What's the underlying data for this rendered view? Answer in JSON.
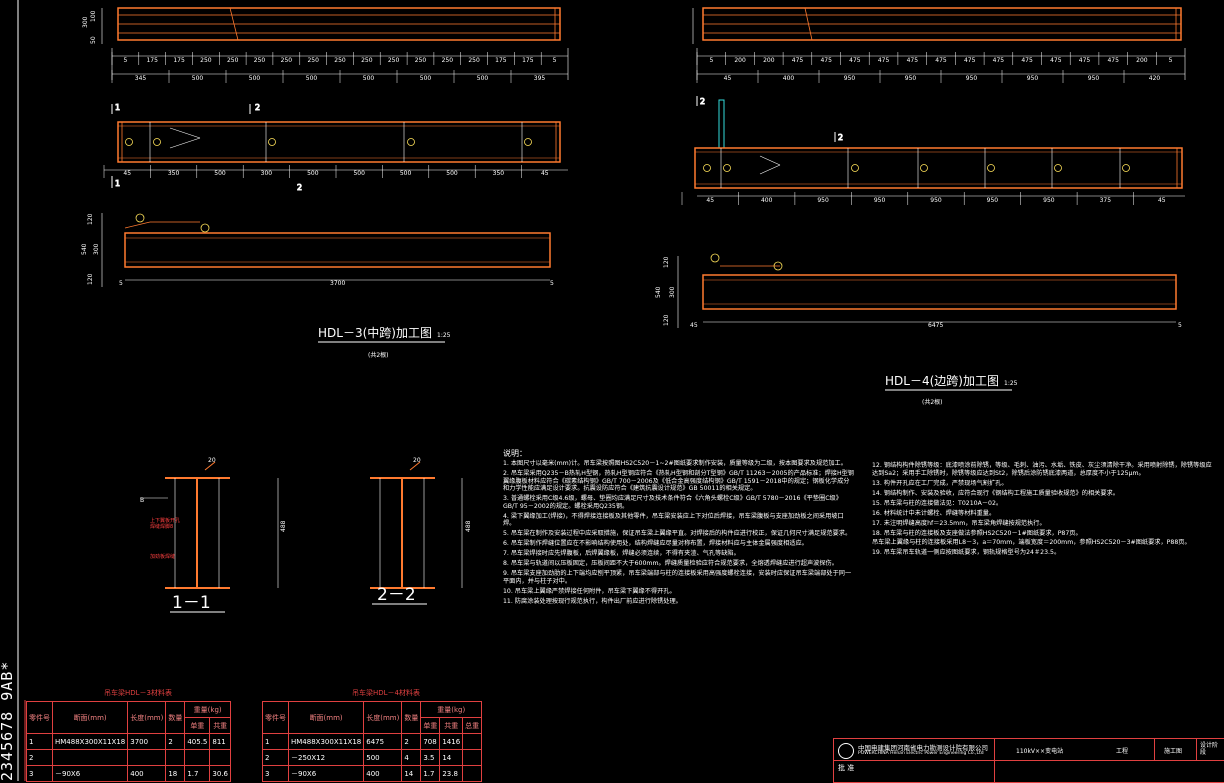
{
  "colors": {
    "background": "#000000",
    "beam": "#ff7a2f",
    "dimension": "#ffffff",
    "frame": "#e04040",
    "cyan": "#33dddd",
    "yellow": "#ffe25a"
  },
  "hdl3": {
    "top_dims_row1": [
      "5",
      "175",
      "175",
      "250",
      "250",
      "250",
      "250",
      "250",
      "250",
      "250",
      "250",
      "250",
      "250",
      "250",
      "175",
      "175",
      "5"
    ],
    "top_dims_row2": [
      "345",
      "500",
      "500",
      "500",
      "500",
      "500",
      "500",
      "395"
    ],
    "side_dims": [
      "300",
      "100",
      "50"
    ],
    "mid_dims": [
      "45",
      "350",
      "500",
      "300",
      "500",
      "500",
      "500",
      "500",
      "350",
      "45"
    ],
    "section_marks": [
      "1",
      "2",
      "1",
      "2"
    ],
    "elev_height_dims": [
      "120",
      "300",
      "540",
      "120"
    ],
    "elev_length": "3700",
    "elev_end_dims": [
      "5",
      "5"
    ],
    "title": "HDL－3(中跨)加工图",
    "scale": "1:25",
    "subtitle": "(共2根)",
    "callouts": [
      "③",
      "④",
      "①"
    ]
  },
  "hdl4": {
    "top_dims_row1": [
      "5",
      "200",
      "200",
      "475",
      "475",
      "475",
      "475",
      "475",
      "475",
      "475",
      "475",
      "475",
      "475",
      "475",
      "475",
      "200",
      "5"
    ],
    "top_dims_row2": [
      "45",
      "400",
      "950",
      "950",
      "950",
      "950",
      "950",
      "420"
    ],
    "mid_dims": [
      "45",
      "400",
      "950",
      "950",
      "950",
      "950",
      "950",
      "375",
      "45"
    ],
    "section_marks": [
      "2",
      "2"
    ],
    "elev_height_dims": [
      "120",
      "300",
      "540",
      "120"
    ],
    "elev_length": "6475",
    "elev_end_dims": [
      "45",
      "5"
    ],
    "title": "HDL－4(边跨)加工图",
    "scale": "1:25",
    "subtitle": "(共2根)"
  },
  "sections": {
    "s1_label": "1－1",
    "s2_label": "2－2",
    "height": "488",
    "weld": "20",
    "annot_1": "上下翼板开孔",
    "annot_2": "焊缝焊脚8",
    "annot_3": "加劲板焊缝"
  },
  "notes": {
    "heading": "说明：",
    "items": [
      "1. 本图尺寸以毫米(mm)计。吊车梁按照图HS2C520－1~2#图纸要求制作安装，质量等级为二级，按本图要求及规范加工。",
      "2. 吊车梁采用Q235－B热轧H型钢，热轧H型钢应符合《热轧H型钢和剖分T型钢》GB/T 11263－2005的产品标准；焊接H型钢翼缘腹板材料应符合《碳素结构钢》GB/T 700－2006及《低合金高强度结构钢》GB/T 1591－2018中的规定；钢板化学成分和力学性能应满足设计要求。抗震设防应符合《建筑抗震设计规范》GB 50011的相关规定。",
      "3. 普通螺栓采用C级4.6级，螺母、垫圈均应满足尺寸及技术条件符合《六角头螺栓C级》GB/T 5780－2016《平垫圈C级》GB/T 95－2002的规定。螺栓采用Q235钢。",
      "4. 梁下翼缘加工(焊接)，不得焊接连接板及其他零件，吊车梁安装应上下对位后焊接，吊车梁腹板与支座加劲板之间采用坡口焊。",
      "5. 吊车梁在制作及安装过程中应采取措施，保证吊车梁上翼缘平直。对焊接后的构件应进行校正，保证几何尺寸满足规范要求。",
      "6. 吊车梁制作焊缝位置应在不影响结构使用处，结构焊缝应尽量对称布置，焊接材料应与主体金属强度相适应。",
      "7. 吊车梁焊接时应先焊腹板，后焊翼缘板，焊缝必须连续，不得有夹渣、气孔等缺陷。",
      "8. 吊车梁与轨道间以压板固定，压板间距不大于600mm。焊缝质量检验应符合规范要求，全熔透焊缝应进行超声波探伤。",
      "9. 吊车梁支座加劲肋的上下端均应刨平顶紧，吊车梁端部与柱的连接板采用高强度螺栓连接，安装时应保证吊车梁端部处于同一平面内，并与柱子对中。",
      "10. 吊车梁上翼缘严禁焊接任何附件，吊车梁下翼缘不得开孔。",
      "11. 防腐涂装处理按现行规范执行，构件出厂前应进行除锈处理。"
    ],
    "items2": [
      "12. 钢结构构件除锈等级：底漆喷涂前除锈，等级、毛刺、油污、水垢、铁皮、灰尘须清除干净。采用喷射除锈，除锈等级应达到Sa2；采用手工除锈时，除锈等级应达到St2，除锈后涂防锈底漆两道，总厚度不小于125μm。",
      "13. 构件开孔应在工厂完成，严禁现场气割扩孔。",
      "14. 钢结构制作、安装及验收，应符合现行《钢结构工程施工质量验收规范》的相关要求。",
      "15. 吊车梁与柱的连接做法见：T0210A－02。",
      "16. 材料统计中未计螺栓、焊缝等材料重量。",
      "17. 未注明焊缝高度hf＝23.5mm，吊车梁角焊缝按规范执行。",
      "18. 吊车梁与柱的连接板及支座做法参照HS2C520－1#图纸要求，P87页。",
      "   吊车梁上翼缘与柱的连接板采用L8－3，a＝70mm，端板宽度＝200mm，参照HS2C520－3#图纸要求，P88页。",
      "19. 吊车梁吊车轨道一侧应按图纸要求，钢轨规格型号为24＃23.5。"
    ]
  },
  "side_text": "2345678 9AB*",
  "bom3": {
    "title": "吊车梁HDL－3材料表",
    "headers": [
      "零件号",
      "断面(mm)",
      "长度(mm)",
      "数量",
      "重量(kg)"
    ],
    "sub_headers": [
      "单重",
      "共重"
    ],
    "rows": [
      [
        "1",
        "HM488X300X11X18",
        "3700",
        "2",
        "405.5",
        "811"
      ],
      [
        "2",
        "",
        "",
        "",
        "",
        ""
      ],
      [
        "3",
        "－90X6",
        "400",
        "18",
        "1.7",
        "30.6"
      ]
    ]
  },
  "bom4": {
    "title": "吊车梁HDL－4材料表",
    "headers": [
      "零件号",
      "断面(mm)",
      "长度(mm)",
      "数量",
      "重量(kg)"
    ],
    "sub_headers": [
      "单重",
      "共重",
      "总重"
    ],
    "rows": [
      [
        "1",
        "HM488X300X11X18",
        "6475",
        "2",
        "708",
        "1416",
        ""
      ],
      [
        "2",
        "－250X12",
        "500",
        "4",
        "3.5",
        "14",
        ""
      ],
      [
        "3",
        "－90X6",
        "400",
        "14",
        "1.7",
        "23.8",
        ""
      ]
    ]
  },
  "titleblock": {
    "company": "中国电建集团河南省电力勘测设计院有限公司",
    "company_en": "POWERCHINA Henan Electric Power Engineering Co.,Ltd",
    "project": "110kV××变电站",
    "col1": "工程",
    "col2": "施工图",
    "col3": "设计阶段",
    "row_label": "批 准"
  }
}
